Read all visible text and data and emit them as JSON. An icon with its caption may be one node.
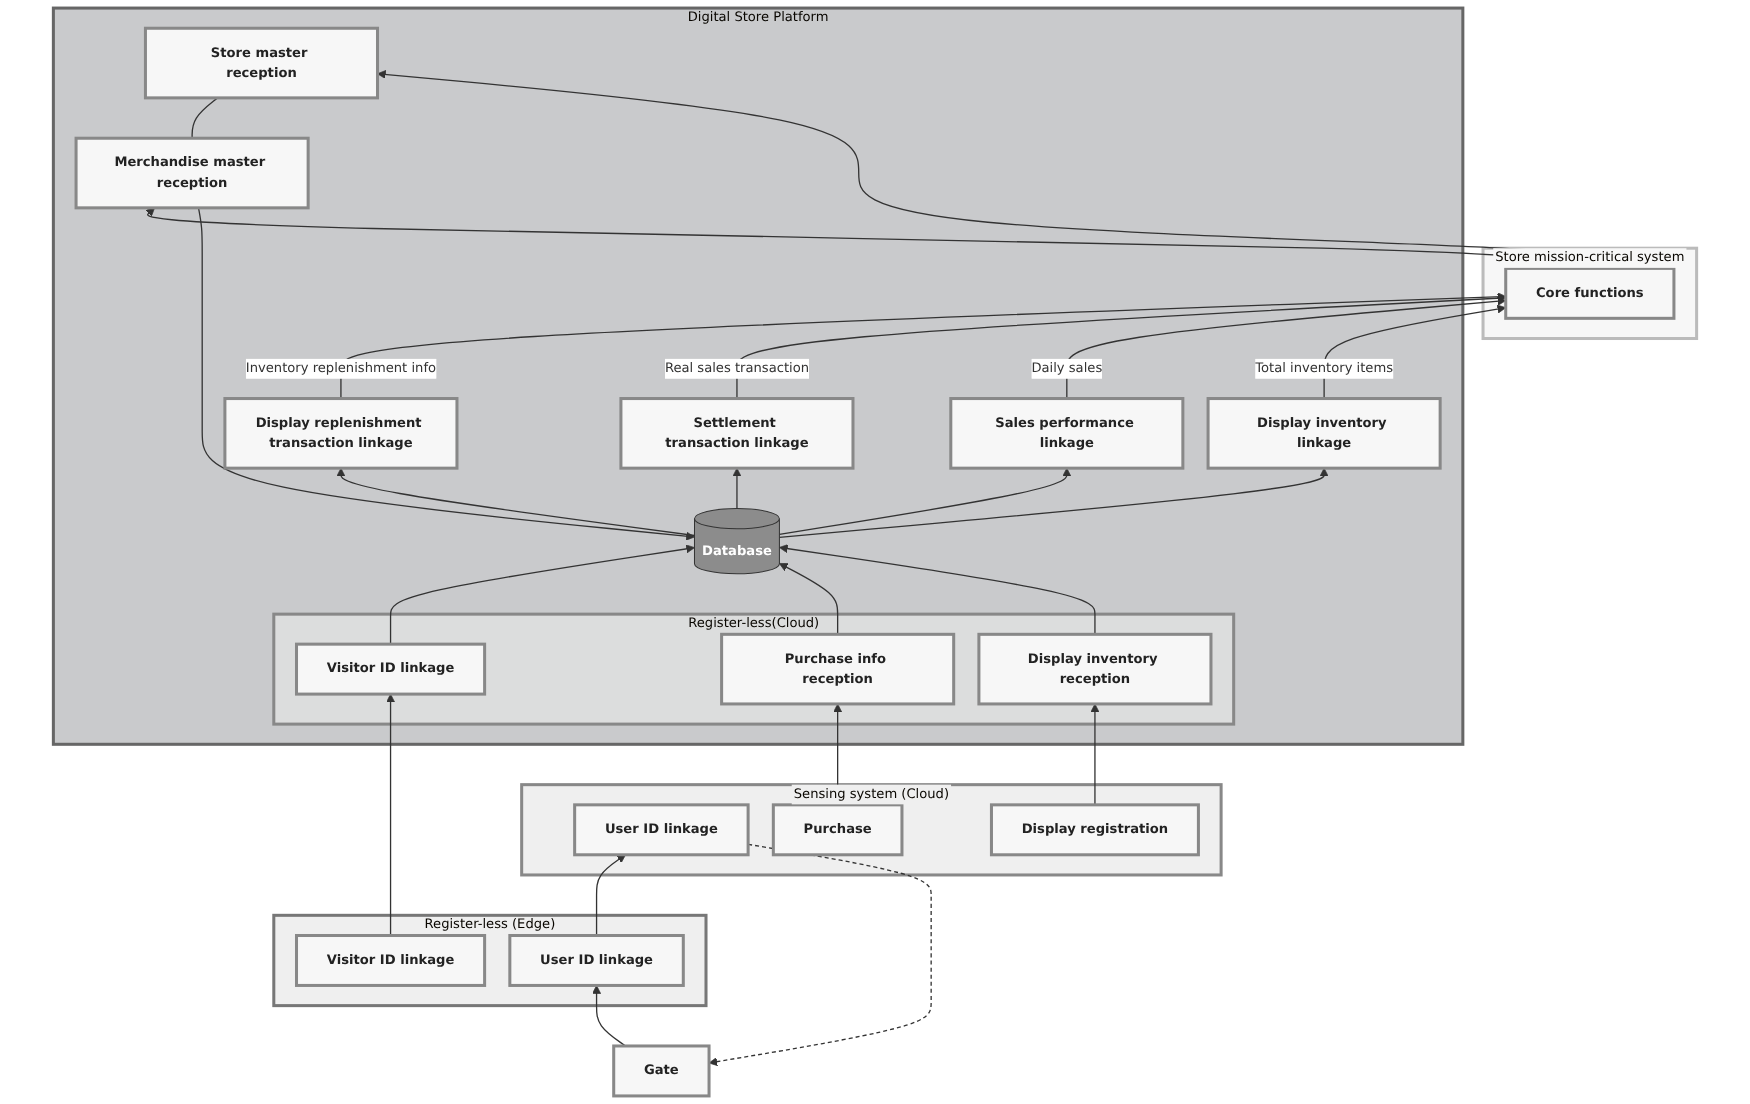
{
  "diagram": {
    "nodes": [
      {
        "text": [
          "Gate"
        ]
      },
      {
        "text": [
          "Register-less (Edge)"
        ]
      },
      {
        "text": [
          "User ID linkage"
        ],
        "in": 1
      },
      {
        "text": [
          "Visitor ID linkage"
        ],
        "in": 1
      },
      {
        "text": [
          "Store mission-critical system"
        ]
      },
      {
        "text": [
          "Core functions"
        ],
        "in": 4
      },
      {
        "text": [
          "Sensing system (Cloud)"
        ]
      },
      {
        "text": [
          "User ID linkage"
        ],
        "in": 6
      },
      {
        "text": [
          "Purchase"
        ],
        "in": 6
      },
      {
        "text": [
          "Display registration"
        ],
        "in": 6
      },
      {
        "text": [
          "Digital Store Platform"
        ]
      },
      {
        "text": [
          "Display replenishment transaction linkage"
        ],
        "in": 10
      },
      {
        "text": [
          "Settlement transaction linkage"
        ],
        "in": 10
      },
      {
        "text": [
          "Sales performance linkage"
        ],
        "in": 10
      },
      {
        "text": [
          "Display inventory linkage"
        ],
        "in": 10
      },
      {
        "text": [
          "Register-less(Cloud)"
        ],
        "in": 10
      },
      {
        "text": [
          "Visitor ID linkage"
        ],
        "in": 15
      },
      {
        "text": [
          "Purchase info reception"
        ],
        "in": 15
      },
      {
        "text": [
          "Display inventory reception"
        ],
        "in": 15
      },
      {
        "text": [
          "Database"
        ],
        "in": 10
      },
      {
        "text": [
          "Merchandise master reception"
        ],
        "in": 10
      },
      {
        "text": [
          "Store master reception"
        ],
        "in": 10
      }
    ],
    "edges": [
      {
        "from": 0,
        "to": 2,
        "arrow": "to"
      },
      {
        "from": 2,
        "to": 7,
        "arrow": "to"
      },
      {
        "from": 7,
        "to": 0,
        "arrow": "to",
        "style": "dashed"
      },
      {
        "from": 3,
        "to": 16,
        "arrow": "to"
      },
      {
        "from": 11,
        "to": 5,
        "arrow": "to",
        "label": "Inventory replenishment info"
      },
      {
        "from": 12,
        "to": 5,
        "arrow": "to",
        "label": "Real sales transaction"
      },
      {
        "from": 13,
        "to": 5,
        "arrow": "to",
        "label": "Daily sales"
      },
      {
        "from": 14,
        "to": 5,
        "arrow": "to",
        "label": "Total inventory items"
      },
      {
        "from": 19,
        "to": 11,
        "arrow": "to"
      },
      {
        "from": 19,
        "to": 12,
        "arrow": "to"
      },
      {
        "from": 19,
        "to": 13,
        "arrow": "to"
      },
      {
        "from": 19,
        "to": 14,
        "arrow": "to"
      },
      {
        "from": 16,
        "to": 19,
        "arrow": "to"
      },
      {
        "from": 8,
        "to": 17,
        "arrow": "to"
      },
      {
        "from": 9,
        "to": 18,
        "arrow": "to"
      },
      {
        "from": 17,
        "to": 19,
        "arrow": "to"
      },
      {
        "from": 18,
        "to": 19,
        "arrow": "to"
      },
      {
        "from": 20,
        "to": 19,
        "arrow": "to"
      },
      {
        "from": 20,
        "to": 21,
        "arrow": "none"
      },
      {
        "from": 5,
        "to": 20,
        "arrow": "to"
      },
      {
        "from": 5,
        "to": 21,
        "arrow": "to"
      }
    ]
  }
}
